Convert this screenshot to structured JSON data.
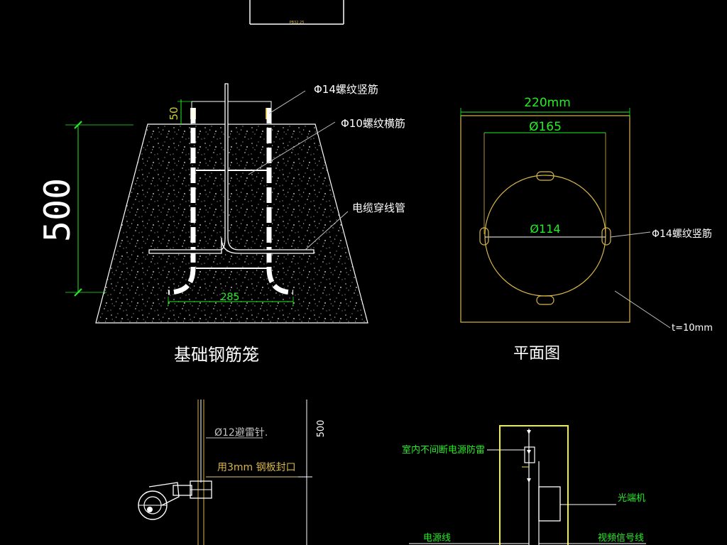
{
  "top_fragment": {
    "label": "PB32.25"
  },
  "foundation_cage": {
    "caption": "基础钢筋笼",
    "dim_height": "500",
    "dim_projection": "50",
    "dim_width": "285",
    "callout_vertical_rebar": "Φ14螺纹竖筋",
    "callout_horizontal_rebar": "Φ10螺纹横筋",
    "callout_conduit": "电缆穿线管"
  },
  "plan_view": {
    "caption": "平面图",
    "dim_plate": "220mm",
    "dim_bolt_circle": "Ø165",
    "dim_inner": "Ø114",
    "callout_rebar": "Φ14螺纹竖筋",
    "callout_thickness": "t=10mm"
  },
  "pole_detail": {
    "lightning_rod": "Ø12避雷针.",
    "seal_plate": "用3mm 钢板封口",
    "dim_height": "500"
  },
  "wiring": {
    "surge": "室内不间断电源防雷",
    "optical_terminal": "光端机",
    "power_line": "电源线",
    "video_line": "视频信号线"
  },
  "colors": {
    "background": "#000000",
    "line_white": "#ffffff",
    "dimension_green": "#22ee22",
    "plan_olive": "#d8b64a",
    "enclosure_yellow": "#f0f030",
    "callout_gray": "#bfbfbf"
  }
}
